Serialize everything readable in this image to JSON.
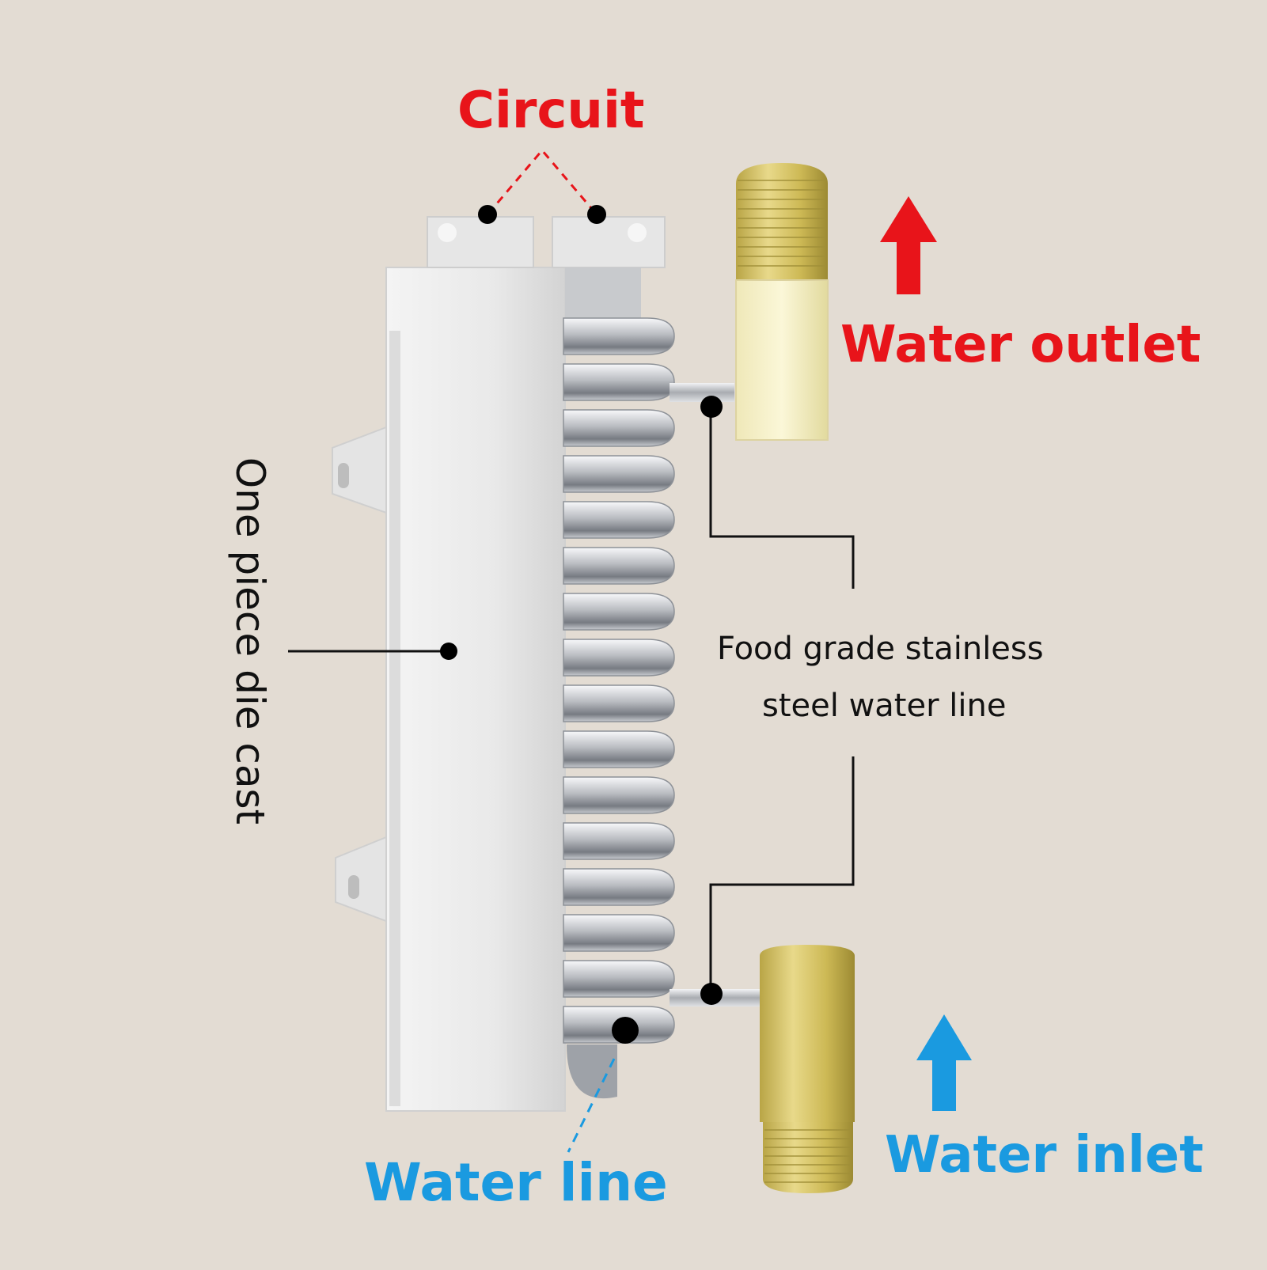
{
  "labels": {
    "circuit": "Circuit",
    "water_outlet": "Water outlet",
    "food_grade_line1": "Food grade stainless",
    "food_grade_line2": "steel water line",
    "water_inlet": "Water inlet",
    "water_line": "Water line",
    "one_piece_die_cast": "One piece die cast"
  },
  "colors": {
    "background": "#e3dcd3",
    "red_label": "#e8141a",
    "blue_label": "#1a9ae0",
    "housing": "#ececec",
    "coil": "#c9ccd0",
    "brass": "#d9c86a"
  },
  "icons": {
    "outlet_arrow": "arrow-up-icon",
    "inlet_arrow": "arrow-up-icon"
  }
}
